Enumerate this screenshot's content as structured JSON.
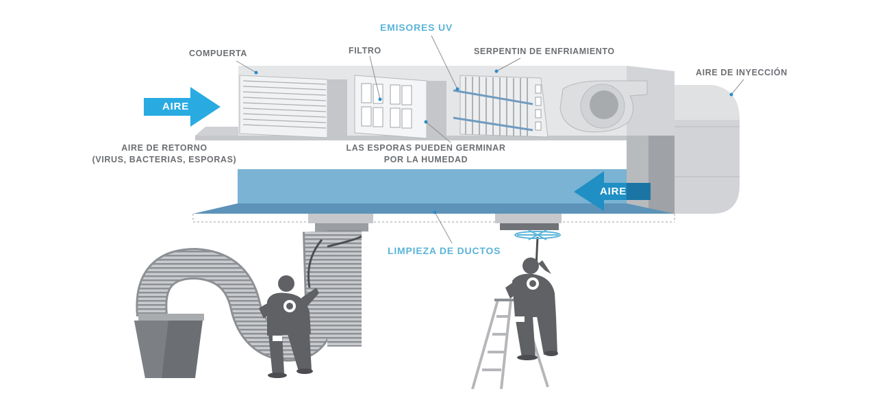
{
  "labels": {
    "emisores_uv": "EMISORES UV",
    "compuerta": "COMPUERTA",
    "filtro": "FILTRO",
    "serpentin": "SERPENTIN DE ENFRIAMIENTO",
    "aire_inyeccion": "AIRE DE INYECCIÓN",
    "aire_retorno_1": "AIRE DE RETORNO",
    "aire_retorno_2": "(VIRUS, BACTERIAS, ESPORAS)",
    "esporas_1": "LAS ESPORAS PUEDEN GERMINAR",
    "esporas_2": "POR LA HUMEDAD",
    "limpieza": "LIMPIEZA DE DUCTOS"
  },
  "arrows": {
    "aire_in": "AIRE",
    "aire_return": "AIRE"
  },
  "colors": {
    "label_gray": "#6b6e72",
    "label_blue": "#5ab4d8",
    "arrow_blue": "#29abe2",
    "arrow_dark_blue": "#1f8fc4",
    "duct_blue": "#7ab3d4",
    "duct_blue_dark": "#5d93b8",
    "unit_gray": "#dcdee1",
    "worker_gray": "#5f6164"
  },
  "icons": [
    "fan-icon",
    "worker-icon",
    "ladder-icon",
    "vacuum-hose-icon",
    "brush-icon"
  ]
}
